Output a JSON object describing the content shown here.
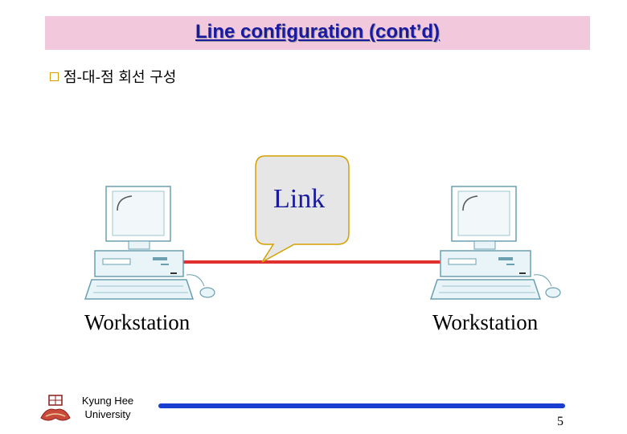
{
  "slide": {
    "title": "Line configuration (cont’d)",
    "bullet": "점-대-점 회선 구성"
  },
  "diagram": {
    "link_label": "Link",
    "workstations": [
      {
        "label": "Workstation"
      },
      {
        "label": "Workstation"
      }
    ],
    "colors": {
      "link_line": "#e03030",
      "callout_fill": "#e6e6e6",
      "callout_border": "#d4a000",
      "link_text": "#1a1aa0"
    }
  },
  "footer": {
    "org_line1": "Kyung Hee",
    "org_line2": "University",
    "page_number": "5"
  }
}
